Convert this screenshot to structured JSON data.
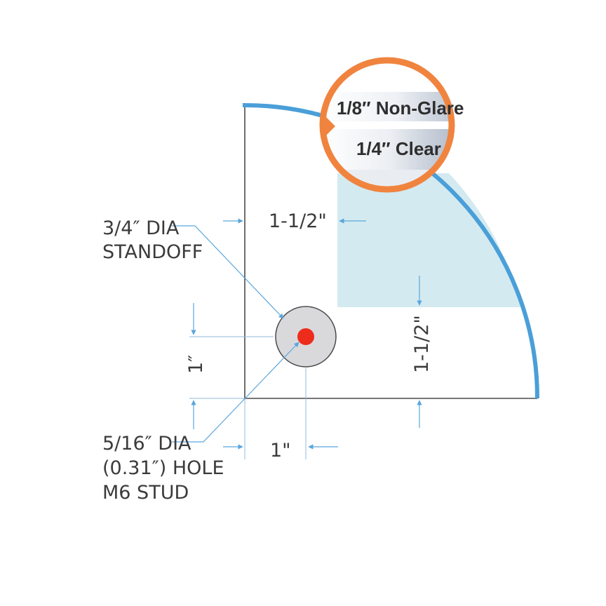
{
  "labels": {
    "standoff_line1": "3/4″ DIA",
    "standoff_line2": "STANDOFF",
    "hole_line1": "5/16″ DIA",
    "hole_line2": "(0.31″) HOLE",
    "hole_line3": "M6 STUD"
  },
  "dimensions": {
    "top_offset": "1-1/2\"",
    "right_offset": "1-1/2\"",
    "bottom_offset": "1\"",
    "left_offset": "1″"
  },
  "glass_options": {
    "option1": "1/8″ Non-Glare",
    "option2": "1/4″ Clear"
  },
  "colors": {
    "arc_blue": "#4a9fd8",
    "shade_blue": "#d4eaf1",
    "callout_orange": "#f0843f",
    "hole_red": "#ee2c1c",
    "standoff_gray": "#d9d9dc",
    "dim_blue": "#5aa6dc"
  }
}
